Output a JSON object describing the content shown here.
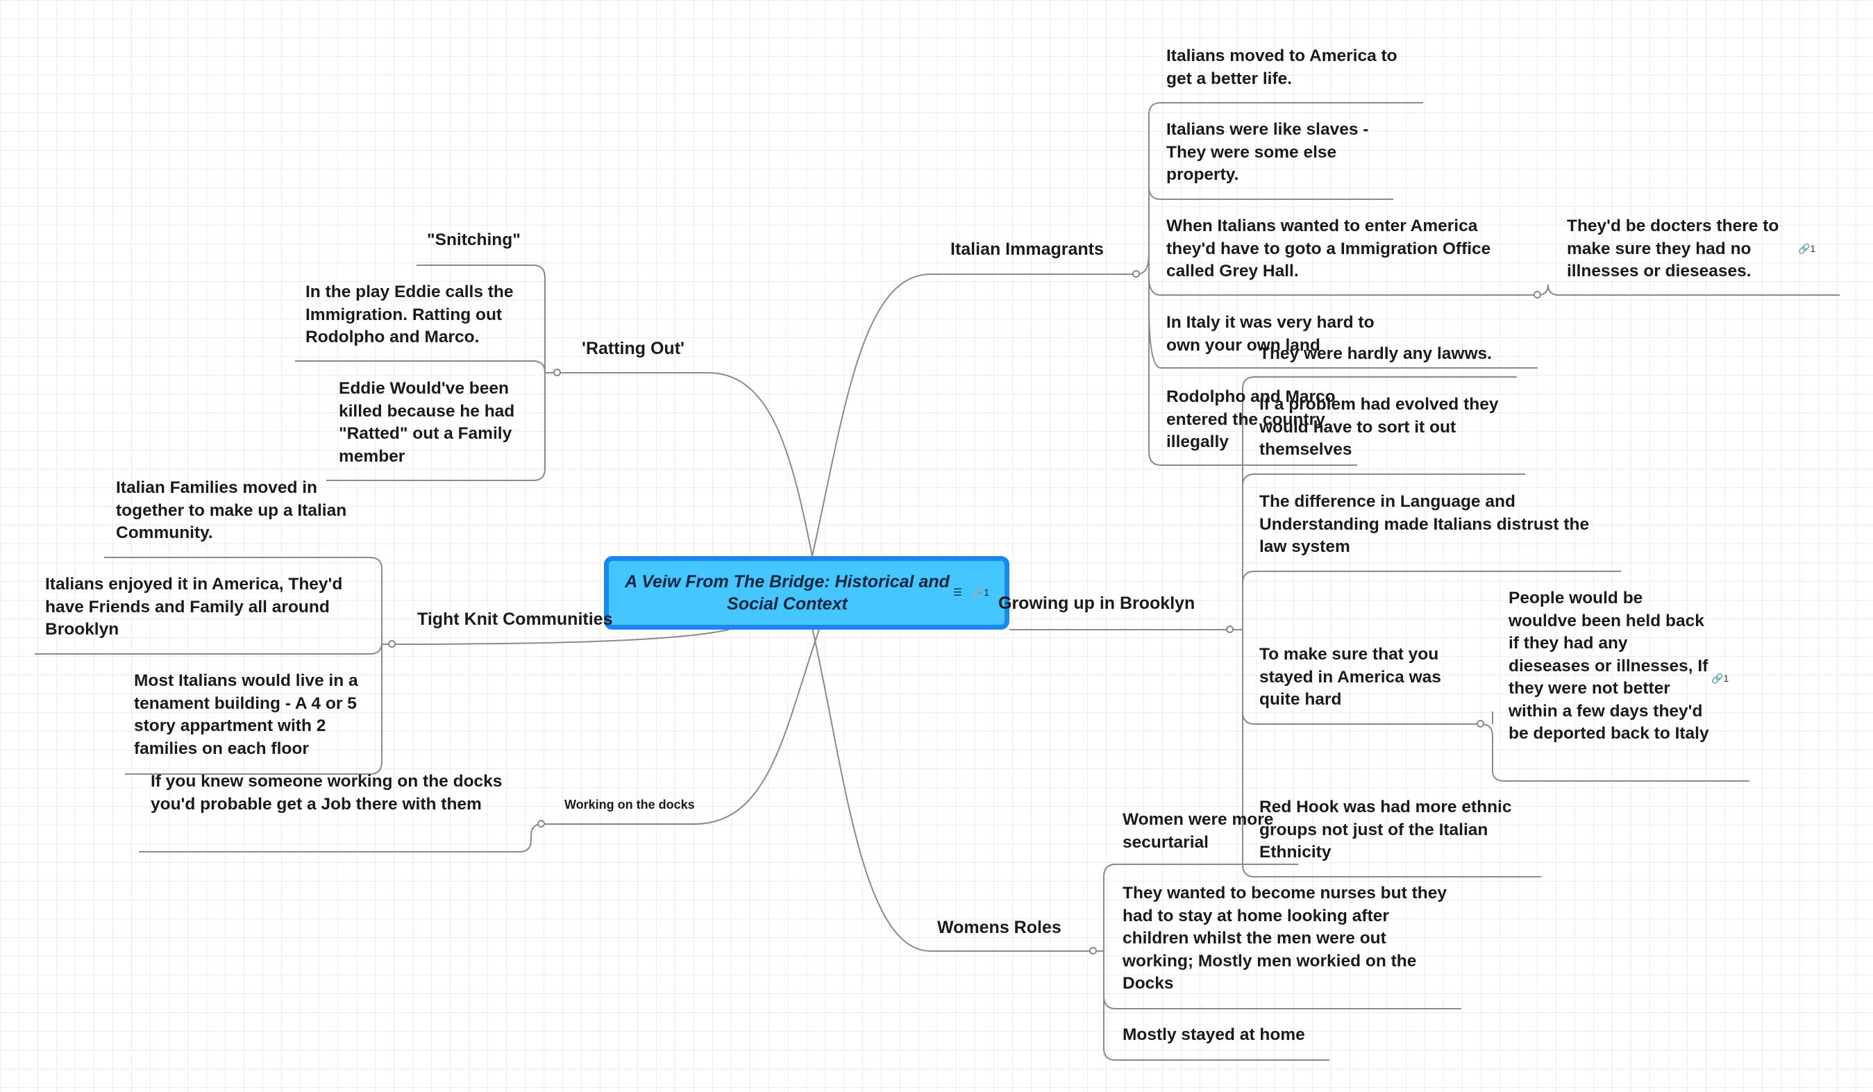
{
  "central": {
    "title": "A Veiw From The Bridge: Historical and Social Context",
    "note_icon": "note-icon",
    "link_icon": "link-icon",
    "link_count": "1"
  },
  "branches": {
    "italian_immagrants": {
      "label": "Italian Immagrants",
      "topics": [
        "Italians moved to America to get a better life.",
        "Italians were like slaves - They were some else property.",
        "When Italians wanted to enter America they'd have to goto a Immigration Office called Grey Hall.",
        "In Italy it was very hard to own your own land",
        "Rodolpho and Marco entered the country illegally"
      ],
      "grey_hall_child": "They'd be docters there to make sure they had no illnesses or dieseases.",
      "grey_hall_child_link": "1"
    },
    "growing_up": {
      "label": "Growing up in Brooklyn",
      "topics": [
        "They were hardly any lawws.",
        "If a problem had evolved they would have to sort it out themselves",
        "The difference in Language and Understanding made Italians distrust the law system",
        "To make sure that you stayed in America was quite hard",
        "Red Hook was had more ethnic groups not just of the Italian Ethnicity"
      ],
      "stay_child": "People would be wouldve been held back if they had any dieseases or illnesses, If they were not better within a few days they'd be deported back to Italy",
      "stay_child_link": "1"
    },
    "womens_roles": {
      "label": "Womens Roles",
      "topics": [
        "Women were more securtarial",
        "They wanted to become nurses but they had to stay at home looking after children whilst the men were out working; Mostly men workied on the Docks",
        "Mostly stayed at home"
      ]
    },
    "ratting_out": {
      "label": "'Ratting Out'",
      "topics": [
        "\"Snitching\"",
        "In the play Eddie calls the Immigration. Ratting out Rodolpho and Marco.",
        "Eddie Would've been killed because he had \"Ratted\" out a Family member"
      ]
    },
    "tight_knit": {
      "label": "Tight Knit Communities",
      "topics": [
        "Italian Families moved in together to make up a Italian Community.",
        "Italians enjoyed it in America, They'd have Friends and Family all around Brooklyn",
        "Most Italians would live in a tenament building - A 4 or 5 story appartment with 2 families on each floor"
      ]
    },
    "docks": {
      "label": "Working on the docks",
      "topics": [
        "If you knew someone working on the docks you'd probable get a Job there with them"
      ]
    }
  },
  "colors": {
    "central_fill": "#45c6ff",
    "central_border": "#1a88ee",
    "line": "#8a8a8a",
    "text": "#1a1a1a",
    "grid": "#ececec"
  }
}
